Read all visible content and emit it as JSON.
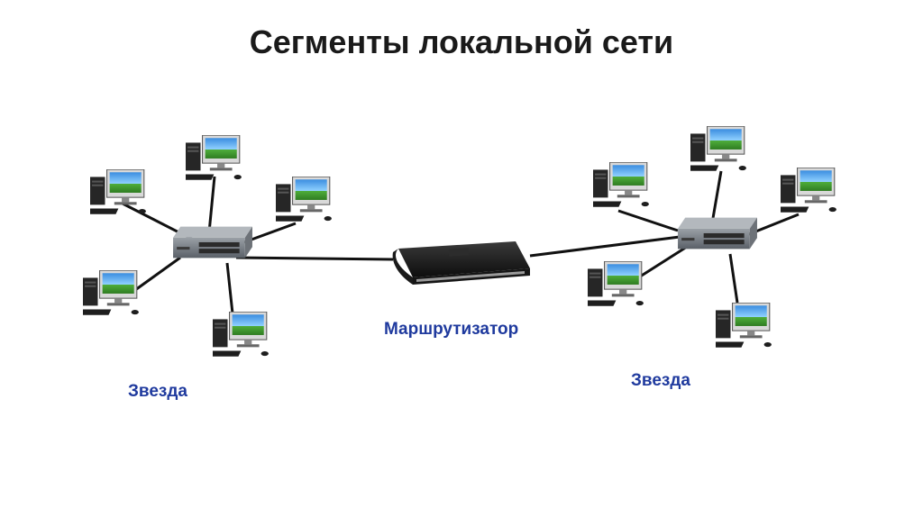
{
  "title": "Сегменты локальной сети",
  "labels": {
    "router": "Маршрутизатор",
    "left_segment": "Звезда",
    "right_segment": "Звезда"
  },
  "colors": {
    "label": "#1f3a9e",
    "wire": "#111111",
    "device_body": "#2b2b2b"
  },
  "icons": {
    "computer": "desktop-computer-icon",
    "switch": "network-switch-icon",
    "router": "router-icon"
  },
  "diagram": {
    "router": "Маршрутизатор",
    "segments": [
      {
        "name": "Звезда",
        "topology": "star",
        "hub": "switch",
        "computers": 5
      },
      {
        "name": "Звезда",
        "topology": "star",
        "hub": "switch",
        "computers": 5
      }
    ]
  }
}
